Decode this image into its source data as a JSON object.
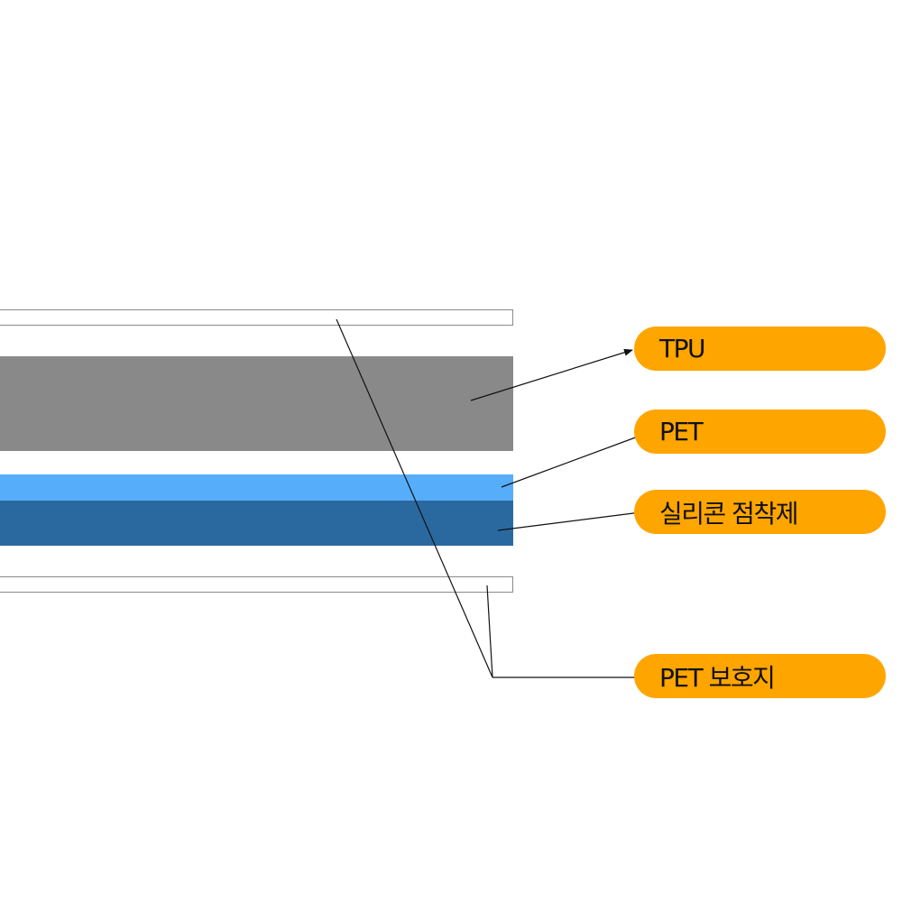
{
  "colors": {
    "tpu": "#898989",
    "pet": "#56adf9",
    "silicone": "#2a69a0",
    "film": "#ffffff",
    "label_bg": "#ffa500",
    "leader": "#111111"
  },
  "labels": {
    "tpu": "TPU",
    "pet": "PET",
    "silicone": "실리콘 점착제",
    "protect_film": "PET 보호지"
  }
}
